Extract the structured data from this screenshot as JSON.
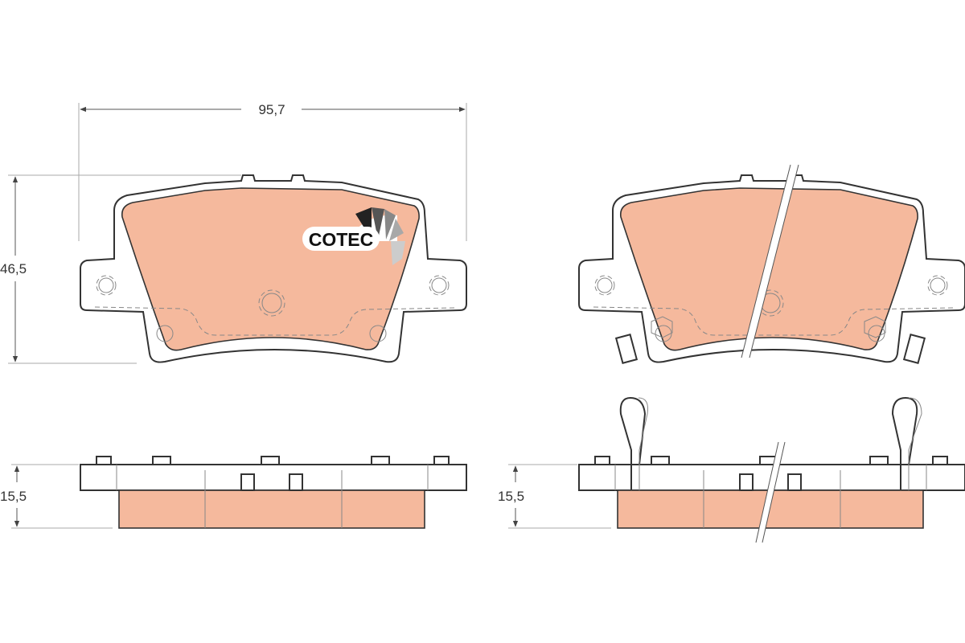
{
  "dimensions": {
    "width": "95,7",
    "height": "46,5",
    "thickness_left": "15,5",
    "thickness_right": "15,5"
  },
  "logo": {
    "text": "COTEC"
  },
  "colors": {
    "friction_material": "#f5b99d",
    "outline": "#333333"
  }
}
